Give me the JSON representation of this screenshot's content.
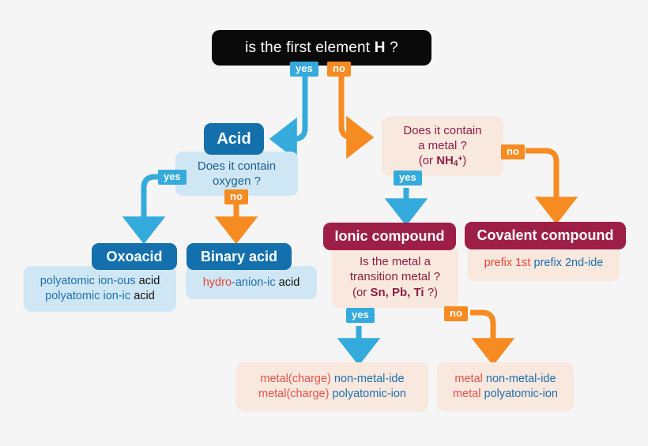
{
  "diagram": {
    "title": "Chemical compound naming decision flowchart",
    "background": "#f5f5f5",
    "colors": {
      "root_bg": "#0a0a0a",
      "blue_pill": "#1470ad",
      "maroon_pill": "#9d1f47",
      "blue_panel": "#cfe7f5",
      "peach_panel": "#f8e8dd",
      "yes_tag": "#34abdc",
      "no_tag": "#f68b22",
      "blue_arrow": "#34abdc",
      "orange_arrow": "#f68b22",
      "red_text": "#ef4136",
      "blue_text": "#2b7fc0"
    }
  },
  "root_question": {
    "text_before": "is the first element ",
    "text_bold": "H",
    "text_after": " ?"
  },
  "tags": {
    "root_yes": "yes",
    "root_no": "no",
    "oxygen_yes": "yes",
    "oxygen_no": "no",
    "metal_yes": "yes",
    "metal_no": "no",
    "transition_yes": "yes",
    "transition_no": "no"
  },
  "acid_branch": {
    "pill_label": "Acid",
    "question": {
      "line1": "Does it contain",
      "line2": "oxygen ?"
    },
    "oxoacid": {
      "pill_label": "Oxoacid",
      "line1": {
        "part1": "polyatomic ion-ous",
        "part2": "acid"
      },
      "line2": {
        "part1": "polyatomic ion-ic",
        "part2": "acid"
      }
    },
    "binary_acid": {
      "pill_label": "Binary acid",
      "line1": {
        "part1": "hydro",
        "part2": "-anion-ic",
        "part3": "acid"
      }
    }
  },
  "metal_branch": {
    "question": {
      "line1": "Does it contain",
      "line2": "a metal ?",
      "line3_before": "(or ",
      "line3_bold": "NH",
      "line3_sub": "4",
      "line3_sup": "+",
      "line3_after": ")"
    },
    "ionic": {
      "pill_label": "Ionic compound",
      "question": {
        "line1": "Is the metal a",
        "line2": "transition metal  ?",
        "line3_before": "(or ",
        "line3_bold": "Sn, Pb, Ti",
        "line3_after": " ?)"
      },
      "transition_yes_result": {
        "line1": {
          "part1": "metal(charge)",
          "part2": "non-metal-ide"
        },
        "line2": {
          "part1": "metal(charge)",
          "part2": "polyatomic-ion"
        }
      },
      "transition_no_result": {
        "line1": {
          "part1": "metal",
          "part2": "non-metal-ide"
        },
        "line2": {
          "part1": "metal",
          "part2": "polyatomic-ion"
        }
      }
    },
    "covalent": {
      "pill_label": "Covalent compound",
      "line1": {
        "part1": "prefix 1st",
        "part2": "prefix 2nd-ide"
      }
    }
  }
}
